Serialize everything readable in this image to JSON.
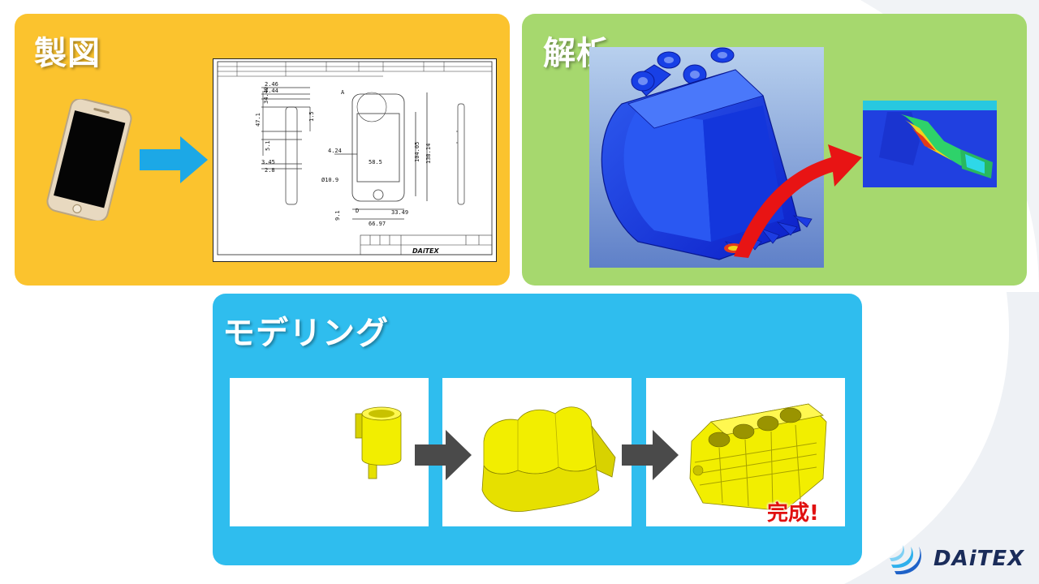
{
  "panels": {
    "drafting": {
      "title": "製図"
    },
    "analysis": {
      "title": "解析"
    },
    "modeling": {
      "title": "モデリング"
    }
  },
  "drawing": {
    "dimensions": [
      "2.46",
      "4.44",
      "34.49",
      "47.1",
      "5.1",
      "3.45",
      "2.8",
      "4.24",
      "58.5",
      "104.05",
      "138.14",
      "Ø10.9",
      "33.49",
      "9.1",
      "66.97",
      "A",
      "D",
      "1.5"
    ],
    "brand": "DAiTEX"
  },
  "modeling": {
    "complete_label": "完成!"
  },
  "logo": {
    "text": "DAiTEX"
  },
  "colors": {
    "drafting_bg": "#fbc32e",
    "analysis_bg": "#a6d86e",
    "modeling_bg": "#2fbdee",
    "arrow_blue": "#1ca8e6",
    "arrow_red": "#e81414",
    "arrow_gray": "#4a4a4a",
    "model_yellow": "#f5f000"
  }
}
